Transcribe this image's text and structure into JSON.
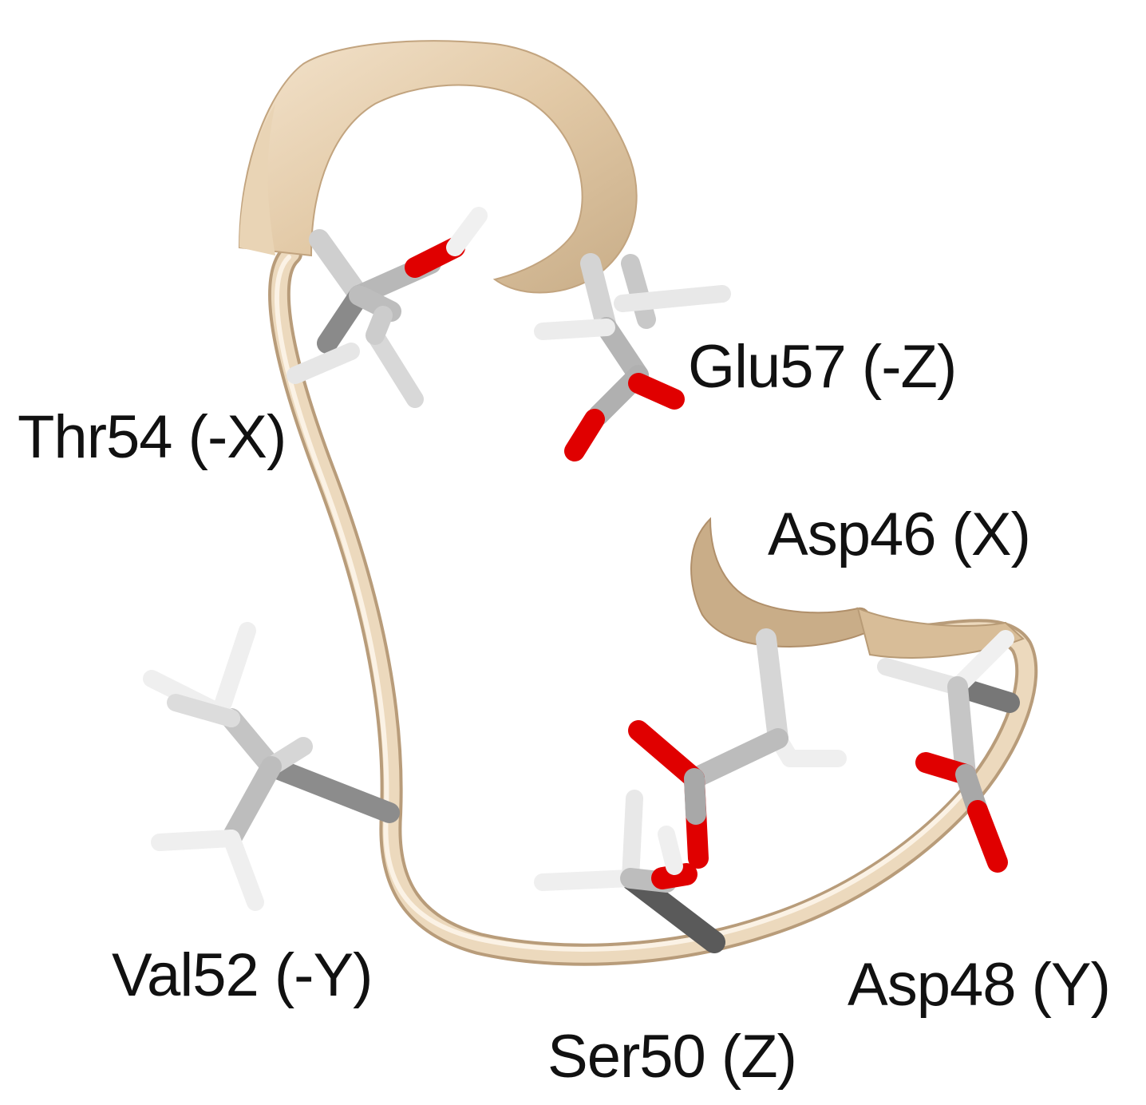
{
  "colors": {
    "ribbon": "#e2c9a6",
    "ribbon_dark": "#b79c78",
    "ribbon_light": "#f6e7d1",
    "carbon": "#8e8e8e",
    "carbon_light": "#d9d9d9",
    "hydrogen": "#f0f0f0",
    "oxygen": "#e00000",
    "oxygen_light": "#ff6b6b",
    "text": "#111111",
    "background": "#ffffff"
  },
  "labels": {
    "thr54": "Thr54 (-X)",
    "glu57": "Glu57 (-Z)",
    "asp46": "Asp46 (X)",
    "val52": "Val52 (-Y)",
    "asp48": "Asp48 (Y)",
    "ser50": "Ser50 (Z)"
  }
}
